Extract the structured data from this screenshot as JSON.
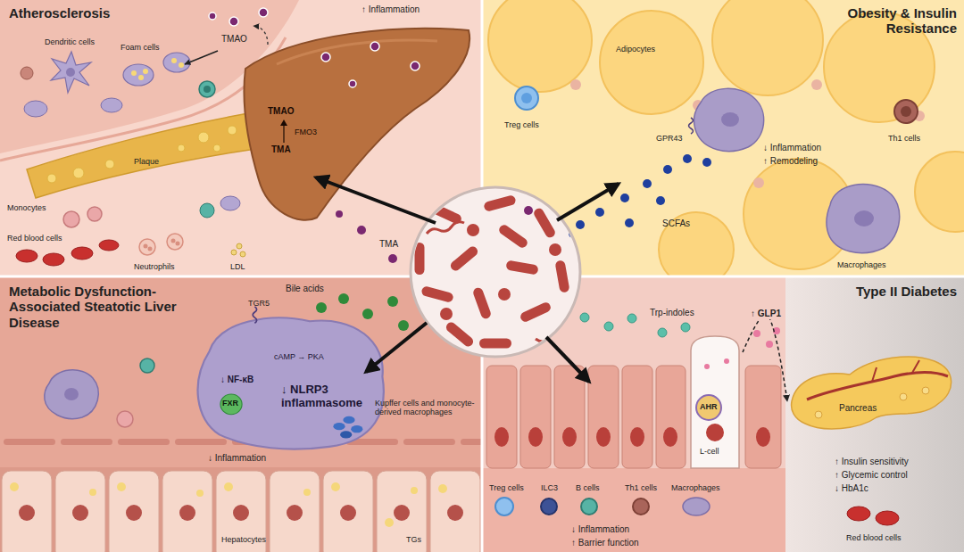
{
  "diagram": {
    "nodes": [
      {
        "text": [
          "Atherosclerosis"
        ]
      },
      {
        "text": [
          "Plaque"
        ],
        "in": 0
      },
      {
        "text": [
          "TMAO",
          "FMO3",
          "TMA"
        ],
        "in": 0
      },
      {
        "text": [
          "Obesity & Insulin Resistance"
        ]
      },
      {
        "text": [
          "Metabolic Dysfunction-Associated Steatotic Liver Disease"
        ]
      },
      {
        "text": [
          "cAMP → PKA",
          "↓ NF-κB",
          "↓ NLRP3 inflammasome",
          "FXR"
        ],
        "in": 4
      },
      {
        "text": [
          "Type II Diabetes"
        ]
      },
      {
        "text": [
          "AHR",
          "L-cell"
        ],
        "in": 6
      },
      {
        "text": [
          "Pancreas"
        ],
        "in": 6
      }
    ],
    "edges": [
      {
        "from": 7,
        "to": 8,
        "arrow": "to",
        "label": "↑ GLP1"
      }
    ],
    "labels": [
      "TMAO",
      "↑ Inflammation",
      "Dendritic cells",
      "Foam cells",
      "Monocytes",
      "Red blood cells",
      "Neutrophils",
      "LDL",
      "TMA",
      "Adipocytes",
      "Treg cells",
      "GPR43",
      "Th1 cells",
      "↓ Inflammation",
      "↑ Remodeling",
      "SCFAs",
      "Macrophages",
      "TGR5",
      "Bile acids",
      "Kupffer cells and monocyte-derived macrophages",
      "↓ Inflammation",
      "Hepatocytes",
      "TGs",
      "Trp-indoles",
      "Treg cells",
      "ILC3",
      "B cells",
      "Th1 cells",
      "Macrophages",
      "↓ Inflammation",
      "↑ Barrier function",
      "↑ Insulin sensitivity",
      "↑ Glycemic control",
      "↓ HbA1c",
      "Red blood cells"
    ]
  }
}
